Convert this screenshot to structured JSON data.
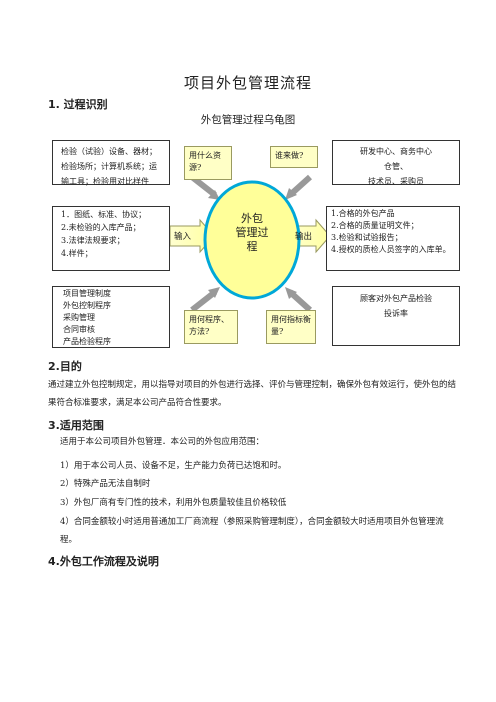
{
  "title": "项目外包管理流程",
  "section1": {
    "heading": "1. 过程识别",
    "diagram_title": "外包管理过程乌龟图",
    "top_left_lines": [
      "检验（试验）设备、器材；",
      "检验场所；计算机系统；运",
      "输工具；检验用对比样件"
    ],
    "what_resources": "用什么资源?",
    "who": "谁来做?",
    "top_right_lines": [
      "研发中心、商务中心",
      "仓管、",
      "技术员、采购员"
    ],
    "input_lines": [
      "1．图纸、标准、协议；",
      "2.未检验的入库产品；",
      "3.法律法规要求；",
      "4.样件；"
    ],
    "input_label": "输入",
    "center_lines": [
      "外包",
      "管理过",
      "程"
    ],
    "output_label": "输出",
    "output_lines": [
      "1.合格的外包产品",
      "2.合格的质量证明文件；",
      "3.检验和试验报告；",
      "4.授权的质检人员签字的入库单。"
    ],
    "bottom_left_lines": [
      "项目管理制度",
      "外包控制程序",
      "采购管理",
      "合同审核",
      "产品检验程序"
    ],
    "how_method": "用何程序、方法?",
    "how_measure": "用何指标衡量?",
    "bottom_right_lines": [
      "顾客对外包产品检验",
      "投诉率"
    ]
  },
  "section2": {
    "heading": "2.目的",
    "text": "通过建立外包控制规定，用以指导对项目的外包进行选择、评价与管理控制，确保外包有效运行，使外包的结果符合标准要求，满足本公司产品符合性要求。"
  },
  "section3": {
    "heading": "3.适用范围",
    "intro": "适用于本公司项目外包管理．本公司的外包应用范围：",
    "items": [
      "1）用于本公司人员、设备不足，生产能力负荷已达饱和时。",
      "2）特殊产品无法自制时",
      "3）外包厂商有专门性的技术，利用外包质量较佳且价格较低",
      "4）合同金额较小时适用普通加工厂商流程（参照采购管理制度），合同金额较大时适用项目外包管理流程。"
    ]
  },
  "section4": {
    "heading": "4.外包工作流程及说明"
  }
}
